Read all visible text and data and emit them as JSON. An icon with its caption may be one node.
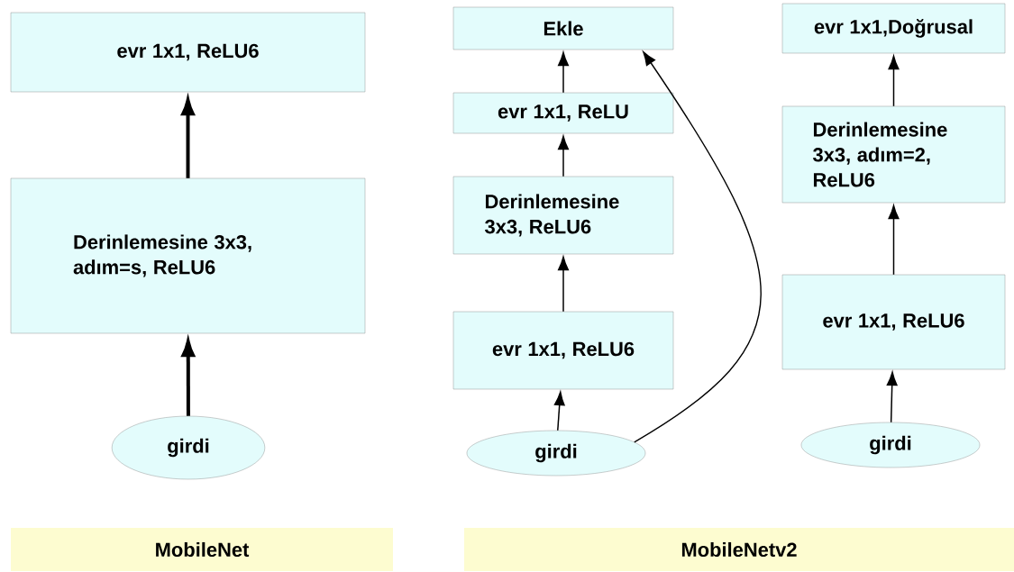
{
  "diagram": {
    "nodes": [
      {
        "text": [
          "evr 1x1, ReLU6"
        ]
      },
      {
        "text": [
          "Derinlemesine 3x3, adım=s, ReLU6"
        ]
      },
      {
        "text": [
          "girdi"
        ]
      },
      {
        "text": [
          "Ekle"
        ]
      },
      {
        "text": [
          "evr 1x1, ReLU"
        ]
      },
      {
        "text": [
          "Derinlemesine 3x3, ReLU6"
        ]
      },
      {
        "text": [
          "evr 1x1, ReLU6"
        ]
      },
      {
        "text": [
          "girdi"
        ]
      },
      {
        "text": [
          "evr 1x1,Doğrusal"
        ]
      },
      {
        "text": [
          "Derinlemesine 3x3, adım=2, ReLU6"
        ]
      },
      {
        "text": [
          "evr 1x1, ReLU6"
        ]
      },
      {
        "text": [
          "girdi"
        ]
      },
      {
        "text": [
          "MobileNet"
        ]
      },
      {
        "text": [
          "MobileNetv2"
        ]
      }
    ],
    "edges": [
      {
        "from": 1,
        "to": 0,
        "arrow": "to",
        "style": "thick"
      },
      {
        "from": 2,
        "to": 1,
        "arrow": "to",
        "style": "thick"
      },
      {
        "from": 4,
        "to": 3,
        "arrow": "to"
      },
      {
        "from": 5,
        "to": 4,
        "arrow": "to"
      },
      {
        "from": 6,
        "to": 5,
        "arrow": "to"
      },
      {
        "from": 7,
        "to": 6,
        "arrow": "to"
      },
      {
        "from": 7,
        "to": 3,
        "arrow": "to"
      },
      {
        "from": 9,
        "to": 8,
        "arrow": "to"
      },
      {
        "from": 10,
        "to": 9,
        "arrow": "to"
      },
      {
        "from": 11,
        "to": 10,
        "arrow": "to"
      }
    ]
  }
}
